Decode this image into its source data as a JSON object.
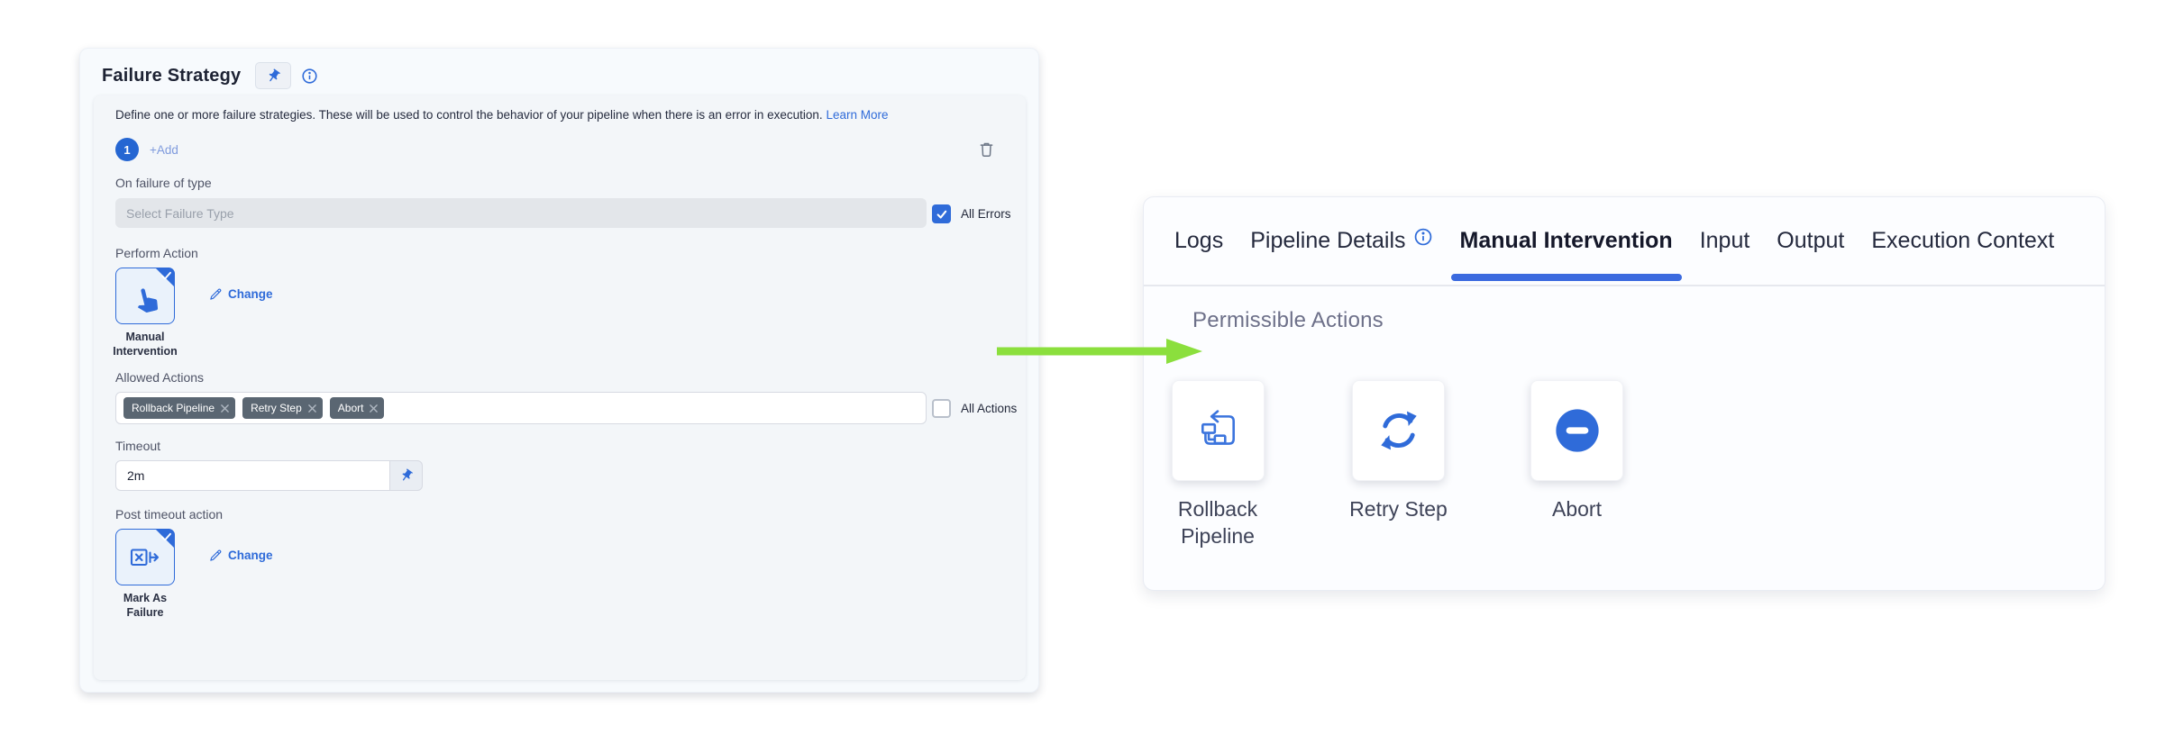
{
  "colors": {
    "primary_blue": "#2f6bd9",
    "tab_underline": "#3b6adf",
    "arrow_green": "#8bdf3d",
    "tag_background": "#5a6672",
    "selected_card_background": "#eaf2fb",
    "panel_background": "#f7fafd",
    "inner_card_background": "#f3f6f9"
  },
  "left_panel": {
    "title": "Failure Strategy",
    "description": "Define one or more failure strategies. These will be used to control the behavior of your pipeline when there is an error in execution.",
    "learn_more_label": "Learn More",
    "strategy_badge": "1",
    "add_label": "+Add",
    "on_failure": {
      "label": "On failure of type",
      "placeholder": "Select Failure Type",
      "all_errors_label": "All Errors",
      "all_errors_checked": true
    },
    "perform_action": {
      "label": "Perform Action",
      "selected_action": "Manual Intervention",
      "change_label": "Change"
    },
    "allowed_actions": {
      "label": "Allowed Actions",
      "tags": [
        {
          "label": "Rollback Pipeline"
        },
        {
          "label": "Retry Step"
        },
        {
          "label": "Abort"
        }
      ],
      "all_actions_label": "All Actions",
      "all_actions_checked": false
    },
    "timeout": {
      "label": "Timeout",
      "value": "2m"
    },
    "post_timeout": {
      "label": "Post timeout action",
      "selected_action": "Mark As Failure",
      "change_label": "Change"
    }
  },
  "right_panel": {
    "tabs": [
      {
        "label": "Logs"
      },
      {
        "label": "Pipeline Details"
      },
      {
        "label": "Manual Intervention",
        "active": true
      },
      {
        "label": "Input"
      },
      {
        "label": "Output"
      },
      {
        "label": "Execution Context"
      }
    ],
    "section_title": "Permissible Actions",
    "actions": [
      {
        "label": "Rollback Pipeline"
      },
      {
        "label": "Retry Step"
      },
      {
        "label": "Abort"
      }
    ]
  }
}
